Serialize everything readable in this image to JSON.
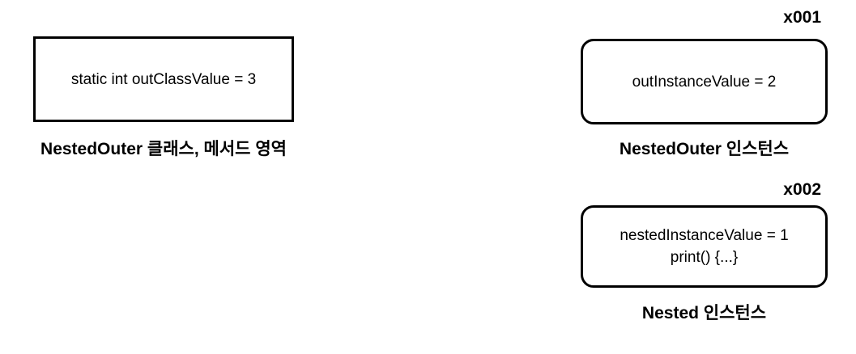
{
  "method_area": {
    "content": "static int outClassValue = 3",
    "caption": "NestedOuter 클래스, 메서드 영역"
  },
  "outer_instance": {
    "address": "x001",
    "content": "outInstanceValue = 2",
    "caption": "NestedOuter 인스턴스"
  },
  "nested_instance": {
    "address": "x002",
    "lines": [
      "nestedInstanceValue = 1",
      "print() {...}"
    ],
    "caption": "Nested 인스턴스"
  }
}
